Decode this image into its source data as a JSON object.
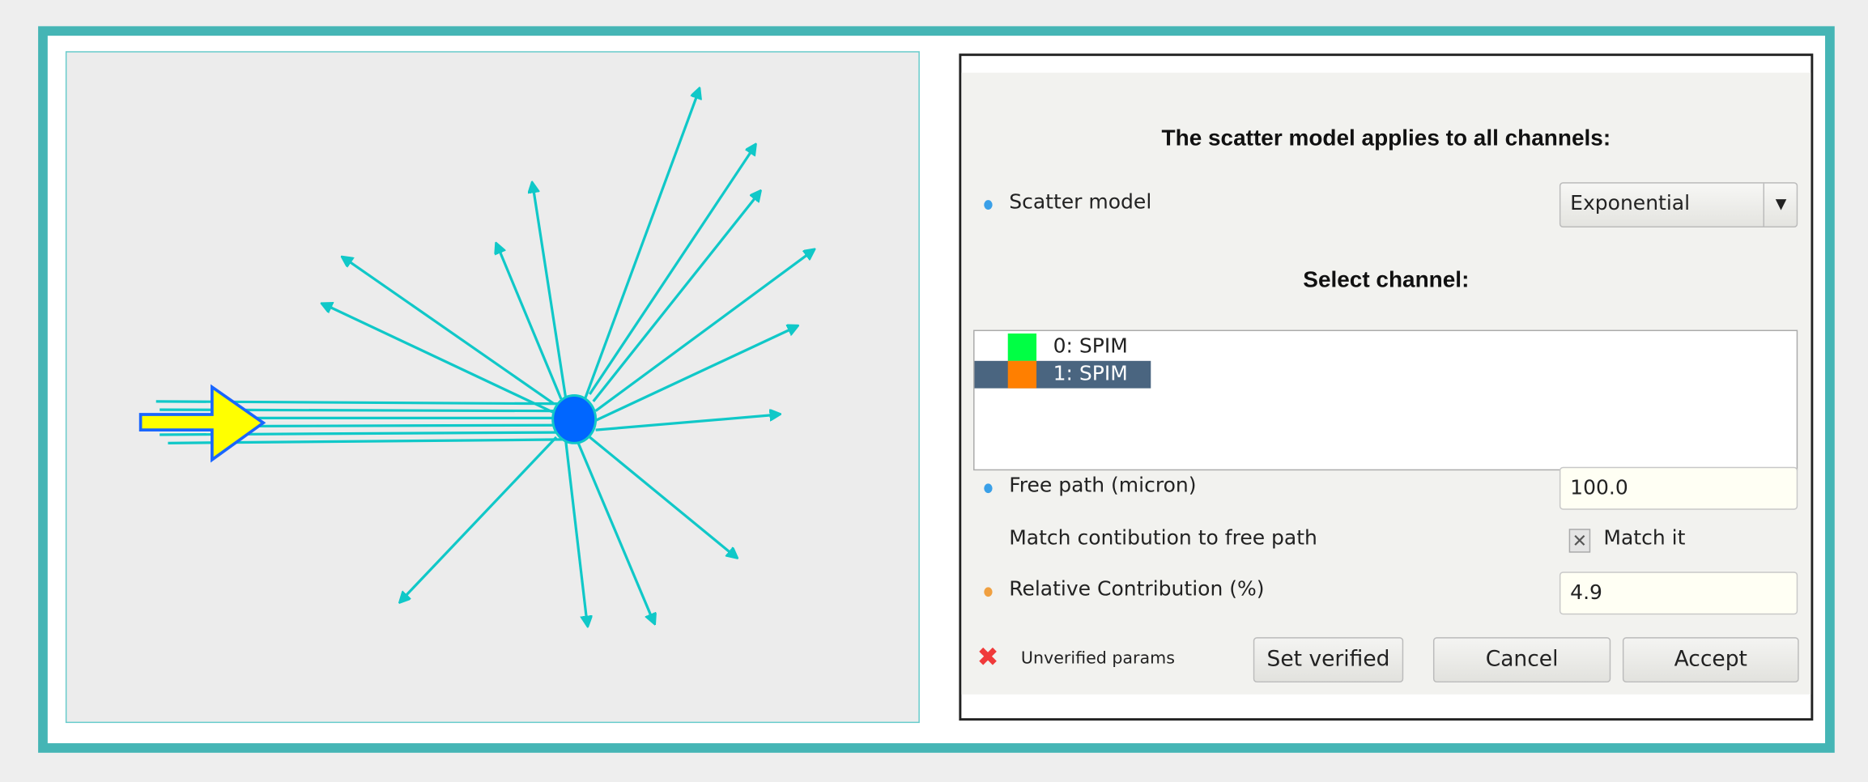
{
  "dialog": {
    "heading": "The scatter model applies to all channels:",
    "scatter_model_label": "Scatter model",
    "scatter_model_value": "Exponential",
    "select_channel_heading": "Select channel:",
    "channels": [
      {
        "label": "0: SPIM",
        "color": "#00ff44",
        "selected": false
      },
      {
        "label": "1: SPIM",
        "color": "#ff7f00",
        "selected": true
      }
    ],
    "free_path_label": "Free path (micron)",
    "free_path_value": "100.0",
    "match_label": "Match contibution to free path",
    "match_checkbox_label": "Match it",
    "match_checked": true,
    "relative_label": "Relative Contribution (%)",
    "relative_value": "4.9",
    "status_text": "Unverified params",
    "set_verified_label": "Set verified",
    "cancel_label": "Cancel",
    "accept_label": "Accept"
  },
  "colors": {
    "frame": "#45b5b5",
    "rays": "#10c8c8",
    "particle": "#0066ff",
    "incident_arrow": "#ffff00",
    "selection": "#4a6580"
  }
}
